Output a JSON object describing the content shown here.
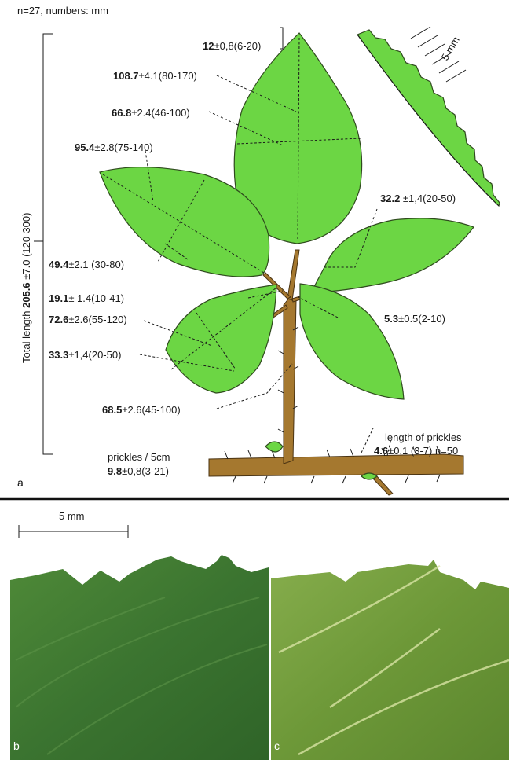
{
  "header": {
    "sample_note": "n=27, numbers: mm"
  },
  "panel_a": {
    "letter": "a",
    "total_length": {
      "prefix": "Total length ",
      "value": "205.6",
      "rest": " ±7.0 (120-300)"
    },
    "measurements": [
      {
        "bold": "12",
        "rest": "±0,8(6-20)"
      },
      {
        "bold": "108.7",
        "rest": "±4.1(80-170)"
      },
      {
        "bold": "66.8",
        "rest": "±2.4(46-100)"
      },
      {
        "bold": "95.4",
        "rest": "±2.8(75-140)"
      },
      {
        "bold": "32.2",
        "rest": " ±1,4(20-50)"
      },
      {
        "bold": "49.4",
        "rest": "±2.1 (30-80)"
      },
      {
        "bold": "19.1",
        "rest": "± 1.4(10-41)"
      },
      {
        "bold": "5.3",
        "rest": "±0.5(2-10)"
      },
      {
        "bold": "72.6",
        "rest": "±2.6(55-120)"
      },
      {
        "bold": "33.3",
        "rest": "±1,4(20-50)"
      },
      {
        "bold": "68.5",
        "rest": "±2.6(45-100)"
      }
    ],
    "prickles_length": {
      "title": "length of prickles",
      "bold": "4.6",
      "rest": "±0.1 (3-7) n=50"
    },
    "prickles_density": {
      "title": "prickles / 5cm",
      "bold": "9.8",
      "rest": "±0,8(3-21)"
    },
    "inset_scale": "5 mm"
  },
  "panel_b": {
    "letter": "b",
    "scale": "5 mm"
  },
  "panel_c": {
    "letter": "c"
  },
  "colors": {
    "leaf": "#6cd644",
    "stem": "#a5782f",
    "photo_b": "#3f7a2e",
    "photo_c": "#6e9a3c"
  }
}
